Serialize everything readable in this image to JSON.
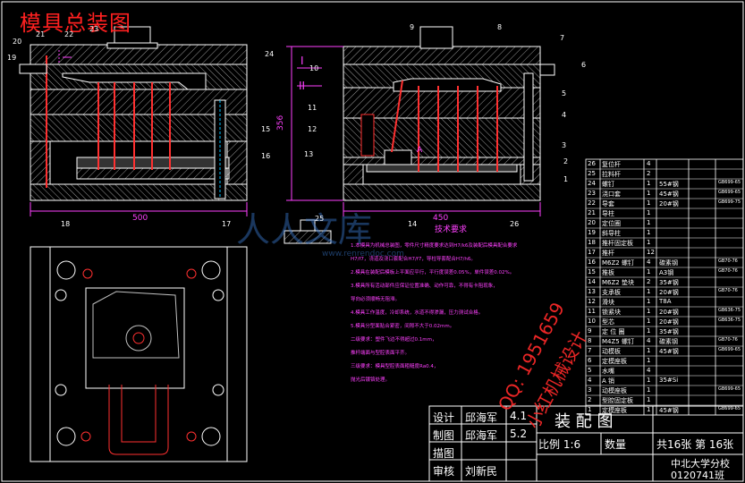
{
  "drawing_title": "模具总装图",
  "dimensions": {
    "width_500": "500",
    "width_450": "450",
    "height_356": "356",
    "side_I": "I",
    "side_II": "II",
    "section_A": "A"
  },
  "callouts_left": [
    "20",
    "21",
    "22",
    "23",
    "19",
    "24",
    "15",
    "16",
    "18",
    "17"
  ],
  "callouts_right": [
    "9",
    "8",
    "7",
    "6",
    "10",
    "5",
    "4",
    "11",
    "12",
    "13",
    "3",
    "2",
    "1",
    "14",
    "26",
    "25"
  ],
  "tech": {
    "title": "技术要求",
    "lines": [
      "1.本模具为机械总装图，零件尺寸精度要求达到H7/k6及装配后模具配合要求",
      "H7/f7，浇道及浇口套配合H7/f7，导柱导套配合H7/h6。",
      "2.模具在装配后模板上平面应平行，平行度误差0.05%，单件误差0.02%。",
      "3.模具所有活动部件应保证位置准确、动作可靠，不得有卡阻现象，",
      "导向必须顺畅无阻滞。",
      "4.模具工作温度，冷却系统，水道不得渗漏，压力测试合格。",
      "5.模具分型面贴合紧密，间隙不大于0.02mm。",
      "二级要求：塑件飞边不得超过0.1mm，",
      "推杆端面与型腔表面平齐。",
      "三级要求：模具型腔表面粗糙度Ra0.4，",
      "抛光后镀铬处理。"
    ]
  },
  "bom": [
    {
      "no": "26",
      "name": "复位杆",
      "qty": "4",
      "mat": "",
      "std": ""
    },
    {
      "no": "25",
      "name": "拉料杆",
      "qty": "2",
      "mat": "",
      "std": ""
    },
    {
      "no": "24",
      "name": "螺钉",
      "qty": "1",
      "mat": "55#钢",
      "std": "GB699-65"
    },
    {
      "no": "23",
      "name": "浇口套",
      "qty": "1",
      "mat": "45#钢",
      "std": "GB699-65"
    },
    {
      "no": "22",
      "name": "导套",
      "qty": "1",
      "mat": "20#钢",
      "std": "GB699-75"
    },
    {
      "no": "21",
      "name": "导柱",
      "qty": "1",
      "mat": "",
      "std": ""
    },
    {
      "no": "20",
      "name": "定位圈",
      "qty": "1",
      "mat": "",
      "std": ""
    },
    {
      "no": "19",
      "name": "斜导柱",
      "qty": "1",
      "mat": "",
      "std": ""
    },
    {
      "no": "18",
      "name": "推杆固定板",
      "qty": "1",
      "mat": "",
      "std": ""
    },
    {
      "no": "17",
      "name": "推杆",
      "qty": "12",
      "mat": "",
      "std": ""
    },
    {
      "no": "16",
      "name": "M6Z2 螺钉",
      "qty": "4",
      "mat": "碳素钢",
      "std": "GB70-76"
    },
    {
      "no": "15",
      "name": "推板",
      "qty": "1",
      "mat": "A3钢",
      "std": "GB70-76"
    },
    {
      "no": "14",
      "name": "M6Z2 垫块",
      "qty": "2",
      "mat": "35#钢",
      "std": ""
    },
    {
      "no": "13",
      "name": "支承板",
      "qty": "1",
      "mat": "20#钢",
      "std": "GB70-76"
    },
    {
      "no": "12",
      "name": "滑块",
      "qty": "1",
      "mat": "T8A",
      "std": ""
    },
    {
      "no": "11",
      "name": "锁紧块",
      "qty": "1",
      "mat": "20#钢",
      "std": "GB636-75"
    },
    {
      "no": "10",
      "name": "型芯",
      "qty": "1",
      "mat": "20#钢",
      "std": "GB636-75"
    },
    {
      "no": "9",
      "name": "定 位 圈",
      "qty": "1",
      "mat": "35#钢",
      "std": ""
    },
    {
      "no": "8",
      "name": "M4Z5 螺钉",
      "qty": "4",
      "mat": "碳素钢",
      "std": "GB70-76"
    },
    {
      "no": "7",
      "name": "动模板",
      "qty": "1",
      "mat": "45#钢",
      "std": "GB699-65"
    },
    {
      "no": "6",
      "name": "定模座板",
      "qty": "1",
      "mat": "",
      "std": ""
    },
    {
      "no": "5",
      "name": "水嘴",
      "qty": "4",
      "mat": "",
      "std": ""
    },
    {
      "no": "4",
      "name": "A 销",
      "qty": "1",
      "mat": "35#Si",
      "std": ""
    },
    {
      "no": "3",
      "name": "动模座板",
      "qty": "1",
      "mat": "",
      "std": "GB699-65"
    },
    {
      "no": "2",
      "name": "型腔固定板",
      "qty": "1",
      "mat": "",
      "std": ""
    },
    {
      "no": "1",
      "name": "定模座板",
      "qty": "1",
      "mat": "45#钢",
      "std": "GB699-65"
    }
  ],
  "title_block": {
    "design_label": "设计",
    "design_name": "邱海军",
    "design_no": "4.1",
    "draw_label": "制图",
    "draw_name": "邱海军",
    "draw_no": "5.2",
    "check_label": "描图",
    "review_label": "审核",
    "review_name": "刘新民",
    "drawing_name": "装 配 图",
    "scale_label": "比例 1:6",
    "qty_label": "数量",
    "sheets": "共16张 第 16张",
    "school": "中北大学分校",
    "class_no": "0120741班"
  },
  "watermark": {
    "qq": "QQ: 1951659",
    "shop": "小红机械设计",
    "site": "www.renrendoc.com",
    "logo": "人人文库"
  },
  "colors": {
    "background": "#000000",
    "lines": "#ffffff",
    "dims": "#ff40ff",
    "title": "#ff2020",
    "hidden": "#00c0ff",
    "red_parts": "#ff2a2a"
  }
}
